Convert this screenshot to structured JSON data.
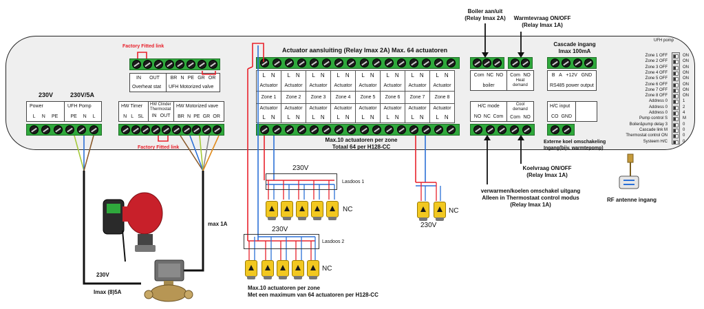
{
  "labels": {
    "boiler_relay": "Boiler aan/uit",
    "boiler_relay_rating": "(Relay Imax 2A)",
    "heat_demand_relay": "Warmtevraag ON/OFF",
    "heat_demand_relay_rating": "(Relay Imax 1A)",
    "factory_link_top": "Factory Fitted link",
    "factory_link_bottom": "Factory Fitted link",
    "actuator_header": "Actuator aansluiting (Relay Imax 2A) Max. 64 actuatoren",
    "cascade": "Cascade ingang",
    "cascade_rating": "Imax 100mA",
    "ufh_pomp": "UFH pomp",
    "v230_power": "230V",
    "v230_pump": "230V/5A",
    "max_zone": "Max.10 actuatoren  per zone",
    "total": "Totaal 64 per H128-CC",
    "extern_koel": "Externe koel omschakeling",
    "extern_koel_2": "Ingang(bijv. warmtepomp)",
    "koelvraag": "Koelvraag ON/OFF",
    "koelvraag_rating": "(Relay Imax 1A)",
    "omschakel_1": "verwarmen/koelen omschakel uitgang",
    "omschakel_2": "Alleen in Thermostaat control modus",
    "omschakel_3": "(Relay Imax 1A)",
    "rf": "RF antenne ingang",
    "v230_lasdoos1": "230V",
    "lasdoos1": "Lasdoos 1",
    "nc1": "NC",
    "v230_mid": "230V",
    "nc_mid": "NC",
    "v230_lasdoos2": "230V",
    "lasdoos2": "Lasdoos 2",
    "nc2": "NC",
    "max1a": "max 1A",
    "v230_pump_wire": "230V",
    "imax_pump": "Imax (8)5A",
    "bottom_1": "Max.10 actuatoren per zone",
    "bottom_2": "Met een maximum van 64 actuatoren per H128-CC"
  },
  "blocks": {
    "overheat": {
      "t1": "IN",
      "t2": "OUT",
      "caption": "Overheat stat"
    },
    "ufh_top": {
      "t1": "BR",
      "t2": "N",
      "t3": "PE",
      "t4": "GR",
      "t5": "OR",
      "caption": "UFH Motorized valve"
    },
    "power": {
      "title": "Power",
      "t1": "L",
      "t2": "N",
      "t3": "PE"
    },
    "ufh_pump": {
      "title": "UFH Pomp",
      "t1": "PE",
      "t2": "N",
      "t3": "L"
    },
    "hw_timer": {
      "title": "HW Timer",
      "t1": "N",
      "t2": "L",
      "t3": "SL"
    },
    "hw_cylinder": {
      "title": "HW Clinder Thermostat",
      "t1": "IN",
      "t2": "OUT"
    },
    "hw_motor": {
      "title": "HW Motorized vave",
      "t1": "BR",
      "t2": "N",
      "t3": "PE",
      "t4": "GR",
      "t5": "OR"
    },
    "boiler": {
      "t1": "Com",
      "t2": "NC",
      "t3": "NO",
      "caption": "boiler"
    },
    "heat_demand": {
      "t1": "Com",
      "t2": "NO",
      "caption": "Heat demand"
    },
    "rs485": {
      "t1": "B",
      "t2": "A",
      "t3": "+12V",
      "t4": "GND",
      "caption": "RS485 power output"
    },
    "hc_mode": {
      "title": "H/C mode",
      "t1": "NO",
      "t2": "NC",
      "t3": "Com"
    },
    "cool_demand": {
      "title": "Cool demand",
      "t1": "Com",
      "t2": "NO"
    },
    "hc_input": {
      "title": "H/C input",
      "t1": "CO",
      "t2": "GND"
    }
  },
  "zones": [
    {
      "actuator": "Actuator",
      "zone": "Zone 1",
      "l": "L",
      "n": "N"
    },
    {
      "actuator": "Actuator",
      "zone": "Zone 2",
      "l": "L",
      "n": "N"
    },
    {
      "actuator": "Actuator",
      "zone": "Zone 3",
      "l": "L",
      "n": "N"
    },
    {
      "actuator": "Actuator",
      "zone": "Zone 4",
      "l": "L",
      "n": "N"
    },
    {
      "actuator": "Actuator",
      "zone": "Zone 5",
      "l": "L",
      "n": "N"
    },
    {
      "actuator": "Actuator",
      "zone": "Zone 6",
      "l": "L",
      "n": "N"
    },
    {
      "actuator": "Actuator",
      "zone": "Zone 7",
      "l": "L",
      "n": "N"
    },
    {
      "actuator": "Actuator",
      "zone": "Zone 8",
      "l": "L",
      "n": "N"
    }
  ],
  "dip": [
    {
      "label": "Zone 1 OFF",
      "on": "ON"
    },
    {
      "label": "Zone 2 OFF",
      "on": "ON"
    },
    {
      "label": "Zone 3 OFF",
      "on": "ON"
    },
    {
      "label": "Zone 4 OFF",
      "on": "ON"
    },
    {
      "label": "Zone 5 OFF",
      "on": "ON"
    },
    {
      "label": "Zone 6 OFF",
      "on": "ON"
    },
    {
      "label": "Zone 7 OFF",
      "on": "ON"
    },
    {
      "label": "Zone 8 OFF",
      "on": "ON"
    },
    {
      "label": "Address 0",
      "on": "1"
    },
    {
      "label": "Address 0",
      "on": "2"
    },
    {
      "label": "Address 0",
      "on": "4"
    },
    {
      "label": "Pump control S",
      "on": "M"
    },
    {
      "label": "Boiler&pump delay 3",
      "on": "0"
    },
    {
      "label": "Cascade link M",
      "on": "0"
    },
    {
      "label": "Thermostat control ON",
      "on": "0"
    },
    {
      "label": "Systeem H/C",
      "on": "0"
    }
  ],
  "colors": {
    "terminal": "#2fa83c",
    "wire_red": "#e8202a",
    "wire_blue": "#2a6fd6",
    "actuator": "#f2c820"
  }
}
